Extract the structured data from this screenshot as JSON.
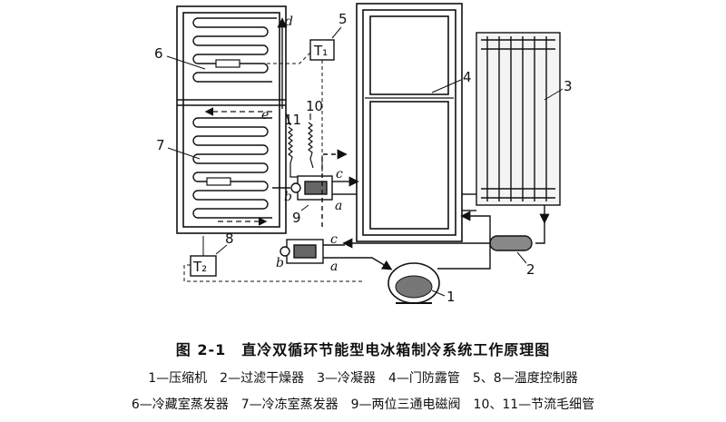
{
  "title": "图 2-1　直冷双循环节能型电冰箱制冷系统工作原理图",
  "legend": {
    "line1": "1—压缩机　2—过滤干燥器　3—冷凝器　4—门防露管　5、8—温度控制器",
    "line2": "6—冷藏室蒸发器　7—冷冻室蒸发器　9—两位三通电磁阀　10、11—节流毛细管"
  },
  "labels": {
    "n1": "1",
    "n2": "2",
    "n3": "3",
    "n4": "4",
    "n5": "5",
    "n6": "6",
    "n7": "7",
    "n8": "8",
    "n9": "9",
    "n10": "10",
    "n11": "11",
    "t1": "T₁",
    "t2": "T₂",
    "d": "d",
    "e": "e",
    "a_top": "a",
    "b_top": "b",
    "c_top": "c",
    "a_bot": "a",
    "b_bot": "b",
    "c_bot": "c"
  }
}
